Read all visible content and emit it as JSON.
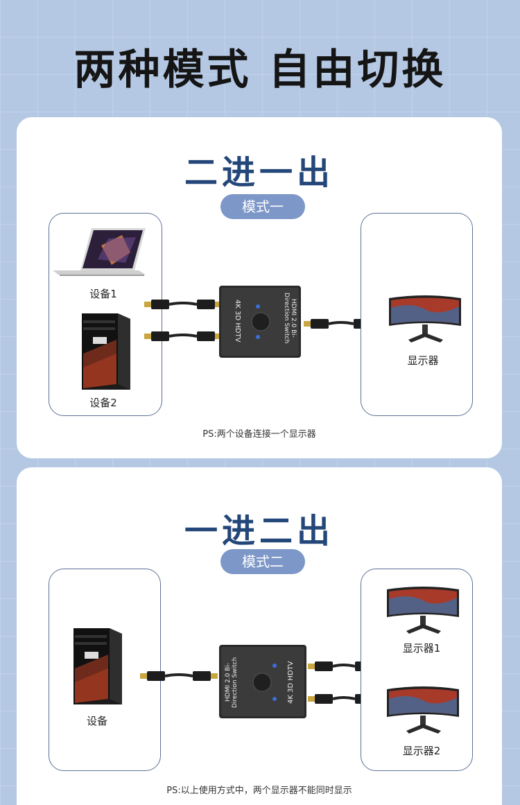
{
  "header": {
    "title": "两种模式 自由切换"
  },
  "mode1": {
    "title": "二进一出",
    "pill": "模式一",
    "device1_label": "设备1",
    "device2_label": "设备2",
    "monitor_label": "显示器",
    "switch_text": [
      "4K",
      "3D",
      "HDTV",
      "HDMI 2.0 Bi-Direction",
      "Switch"
    ],
    "note": "PS:两个设备连接一个显示器"
  },
  "mode2": {
    "title": "一进二出",
    "pill": "模式二",
    "device_label": "设备",
    "monitor1_label": "显示器1",
    "monitor2_label": "显示器2",
    "switch_text": [
      "4K",
      "3D",
      "HDTV",
      "HDMI 2.0 Bi-Direction",
      "Switch"
    ],
    "note": "PS:以上使用方式中，两个显示器不能同时显示"
  },
  "colors": {
    "accent": "#24477a",
    "pill": "#7d97c8",
    "box_border": "#5b6f97"
  }
}
